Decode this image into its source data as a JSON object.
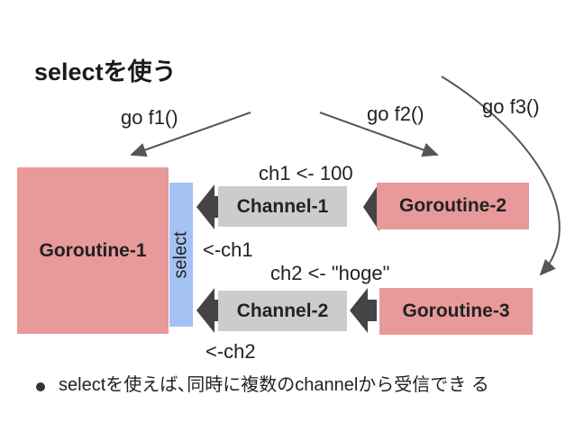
{
  "title": "selectを使う",
  "calls": {
    "f1": "go f1()",
    "f2": "go f2()",
    "f3": "go f3()"
  },
  "boxes": {
    "g1": "Goroutine-1",
    "g2": "Goroutine-2",
    "g3": "Goroutine-3",
    "c1": "Channel-1",
    "c2": "Channel-2",
    "select": "select"
  },
  "labels": {
    "send1": "ch1 <- 100",
    "send2": "ch2 <- \"hoge\"",
    "recv1": "<-ch1",
    "recv2": "<-ch2"
  },
  "bullet": "selectを使えば､同時に複数のchannelから受信でき る",
  "colors": {
    "goroutine": "#e8999a",
    "channel": "#cccccc",
    "select": "#a4c2f4",
    "arrow": "#444444"
  }
}
